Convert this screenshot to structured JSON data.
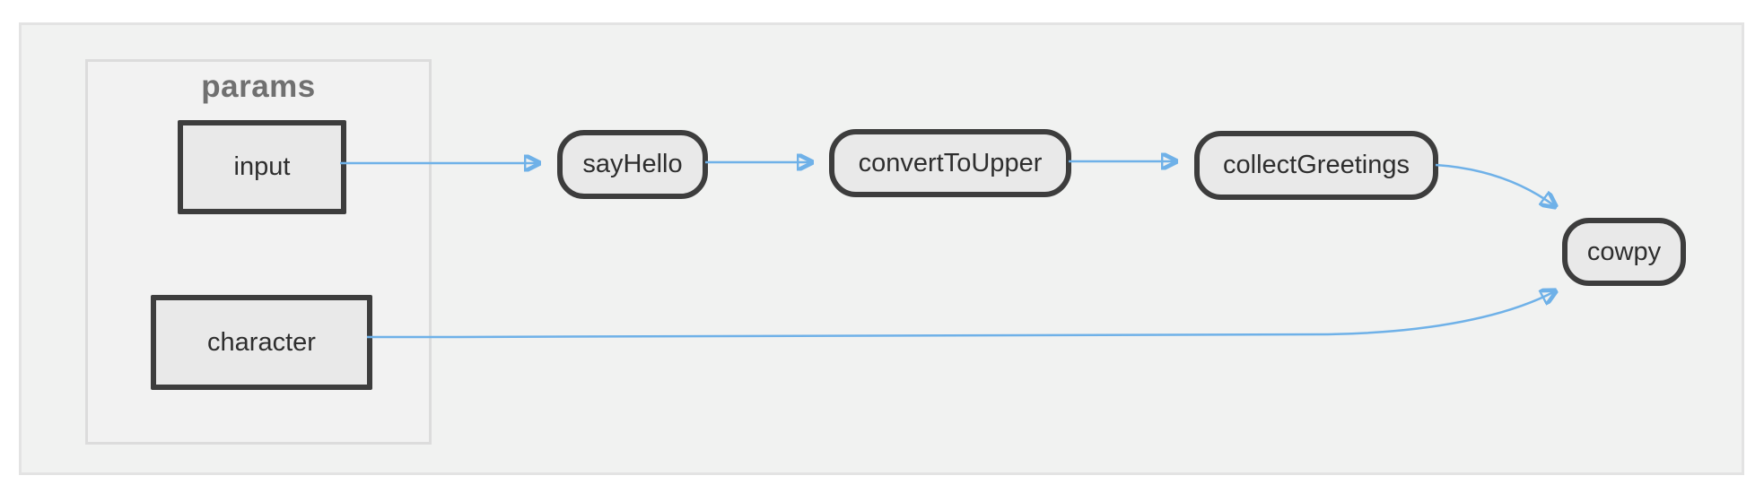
{
  "diagram": {
    "group": {
      "label": "params"
    },
    "nodes": {
      "input": {
        "label": "input",
        "kind": "parameter"
      },
      "character": {
        "label": "character",
        "kind": "parameter"
      },
      "sayHello": {
        "label": "sayHello",
        "kind": "task"
      },
      "convertToUpper": {
        "label": "convertToUpper",
        "kind": "task"
      },
      "collectGreetings": {
        "label": "collectGreetings",
        "kind": "task"
      },
      "cowpy": {
        "label": "cowpy",
        "kind": "task"
      }
    },
    "edges": [
      {
        "from": "input",
        "to": "sayHello"
      },
      {
        "from": "sayHello",
        "to": "convertToUpper"
      },
      {
        "from": "convertToUpper",
        "to": "collectGreetings"
      },
      {
        "from": "collectGreetings",
        "to": "cowpy"
      },
      {
        "from": "character",
        "to": "cowpy"
      }
    ],
    "colors": {
      "canvas_fill": "#f1f2f1",
      "canvas_border": "#e3e3e3",
      "group_border": "#dcdcdc",
      "group_label": "#707070",
      "node_fill": "#e9e9e9",
      "node_border": "#3d3d3d",
      "node_text": "#2e2e2e",
      "edge": "#6fb1e8"
    }
  }
}
